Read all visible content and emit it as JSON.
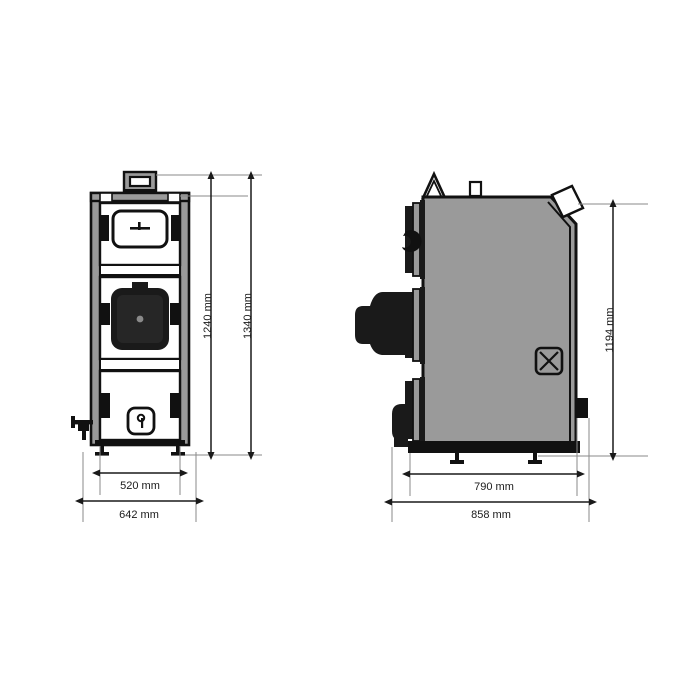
{
  "document": {
    "type": "technical-dimension-drawing",
    "subject": "Solid fuel boiler",
    "background_color": "#ffffff",
    "line_color": "#111111",
    "body_fill_color": "#999999",
    "dark_fill_color": "#111111",
    "unit": "mm"
  },
  "views": [
    {
      "id": "front-view",
      "name": "Front view",
      "doors": [
        {
          "id": "upper-door",
          "name": "Upper cleaning door"
        },
        {
          "id": "loading-door",
          "name": "Fuel loading door"
        },
        {
          "id": "ash-door",
          "name": "Ash pan door"
        }
      ],
      "features": [
        {
          "id": "flue-collar",
          "name": "Flue collar"
        },
        {
          "id": "drain-valve",
          "name": "Drain valve"
        },
        {
          "id": "adjustable-feet",
          "name": "Adjustable feet"
        }
      ]
    },
    {
      "id": "side-view",
      "name": "Side view",
      "features": [
        {
          "id": "flue-outlet",
          "name": "Flue outlet"
        },
        {
          "id": "thermostat-port",
          "name": "Thermostat port"
        },
        {
          "id": "inspection-cover",
          "name": "Inspection cover"
        },
        {
          "id": "rear-tab",
          "name": "Rear connection tab"
        },
        {
          "id": "adjustable-feet",
          "name": "Adjustable feet"
        }
      ]
    }
  ],
  "dimensions": {
    "front": {
      "height_inner": "1240 mm",
      "height_outer": "1340 mm",
      "width_inner": "520 mm",
      "width_outer": "642 mm"
    },
    "side": {
      "height": "1194 mm",
      "depth_inner": "790 mm",
      "depth_outer": "858 mm"
    }
  },
  "labels": {
    "front_height_inner": "1240 mm",
    "front_height_outer": "1340 mm",
    "front_width_inner": "520 mm",
    "front_width_outer": "642 mm",
    "side_height": "1194 mm",
    "side_depth_inner": "790 mm",
    "side_depth_outer": "858 mm"
  }
}
